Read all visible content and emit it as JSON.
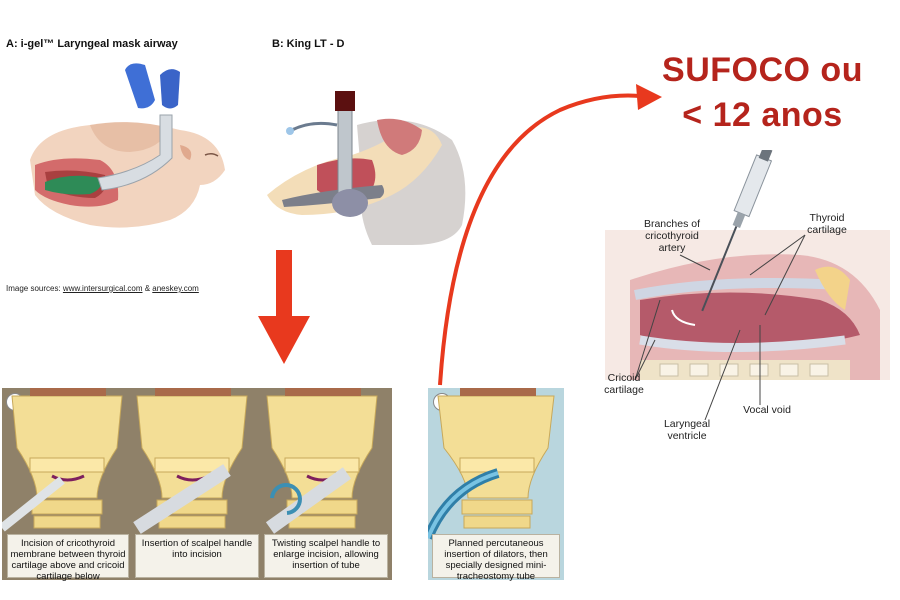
{
  "devices": {
    "a_label": "A: i-gel™ Laryngeal mask airway",
    "b_label": "B: King LT - D",
    "credit_prefix": "Image sources: ",
    "credit_link1": "www.intersurgical.com",
    "credit_amp": " & ",
    "credit_link2": "aneskey.com"
  },
  "callout": {
    "line1": "SUFOCO ou",
    "line2": "< 12 anos"
  },
  "panel_a": {
    "badge": "a",
    "captions": [
      "Incision of cricothyroid membrane between thyroid cartilage above and cricoid cartilage below",
      "Insertion of scalpel handle into incision",
      "Twisting scalpel handle to enlarge incision, allowing insertion of tube"
    ]
  },
  "panel_b": {
    "badge": "b",
    "caption": "Planned percutaneous insertion of dilators, then specially designed mini-tracheostomy tube"
  },
  "anatomy": {
    "branches": "Branches of cricothyroid artery",
    "thyroid": "Thyroid cartilage",
    "cricoid": "Cricoid cartilage",
    "laryngeal": "Laryngeal ventricle",
    "vocal": "Vocal void"
  },
  "colors": {
    "arrow_red": "#e8391e",
    "title_red": "#b5241c"
  }
}
